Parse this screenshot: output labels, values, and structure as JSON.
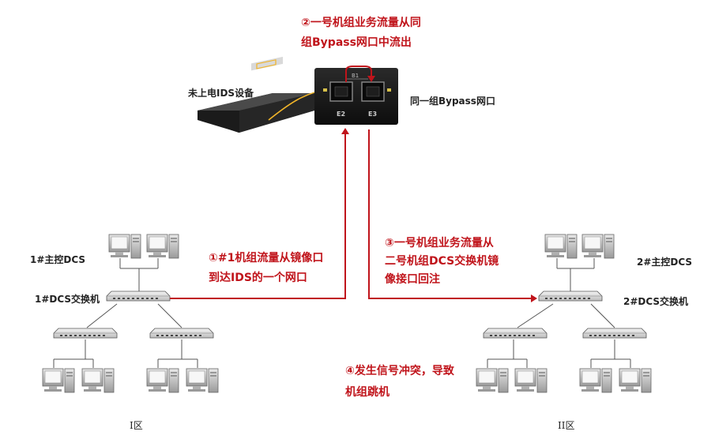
{
  "annotations": {
    "step2": [
      "②一号机组业务流量从同",
      "组Bypass网口中流出"
    ],
    "step1": [
      "①#1机组流量从镜像口",
      "到达IDS的一个网口"
    ],
    "step3": [
      "③一号机组业务流量从",
      "二号机组DCS交换机镜",
      "像接口回注"
    ],
    "step4": [
      "④发生信号冲突，导致",
      "机组跳机"
    ]
  },
  "labels": {
    "ids_device": "未上电IDS设备",
    "bypass_pair": "同一组Bypass网口",
    "host1": "1#主控DCS",
    "switch1": "1#DCS交换机",
    "host2": "2#主控DCS",
    "switch2": "2#DCS交换机",
    "zone1": "I区",
    "zone2": "II区"
  },
  "port_labels": {
    "left": "E2",
    "right": "E3",
    "bypass_mark": "B1"
  },
  "colors": {
    "flow": "#c0141b",
    "link": "#555555",
    "callout": "#f0b429"
  }
}
